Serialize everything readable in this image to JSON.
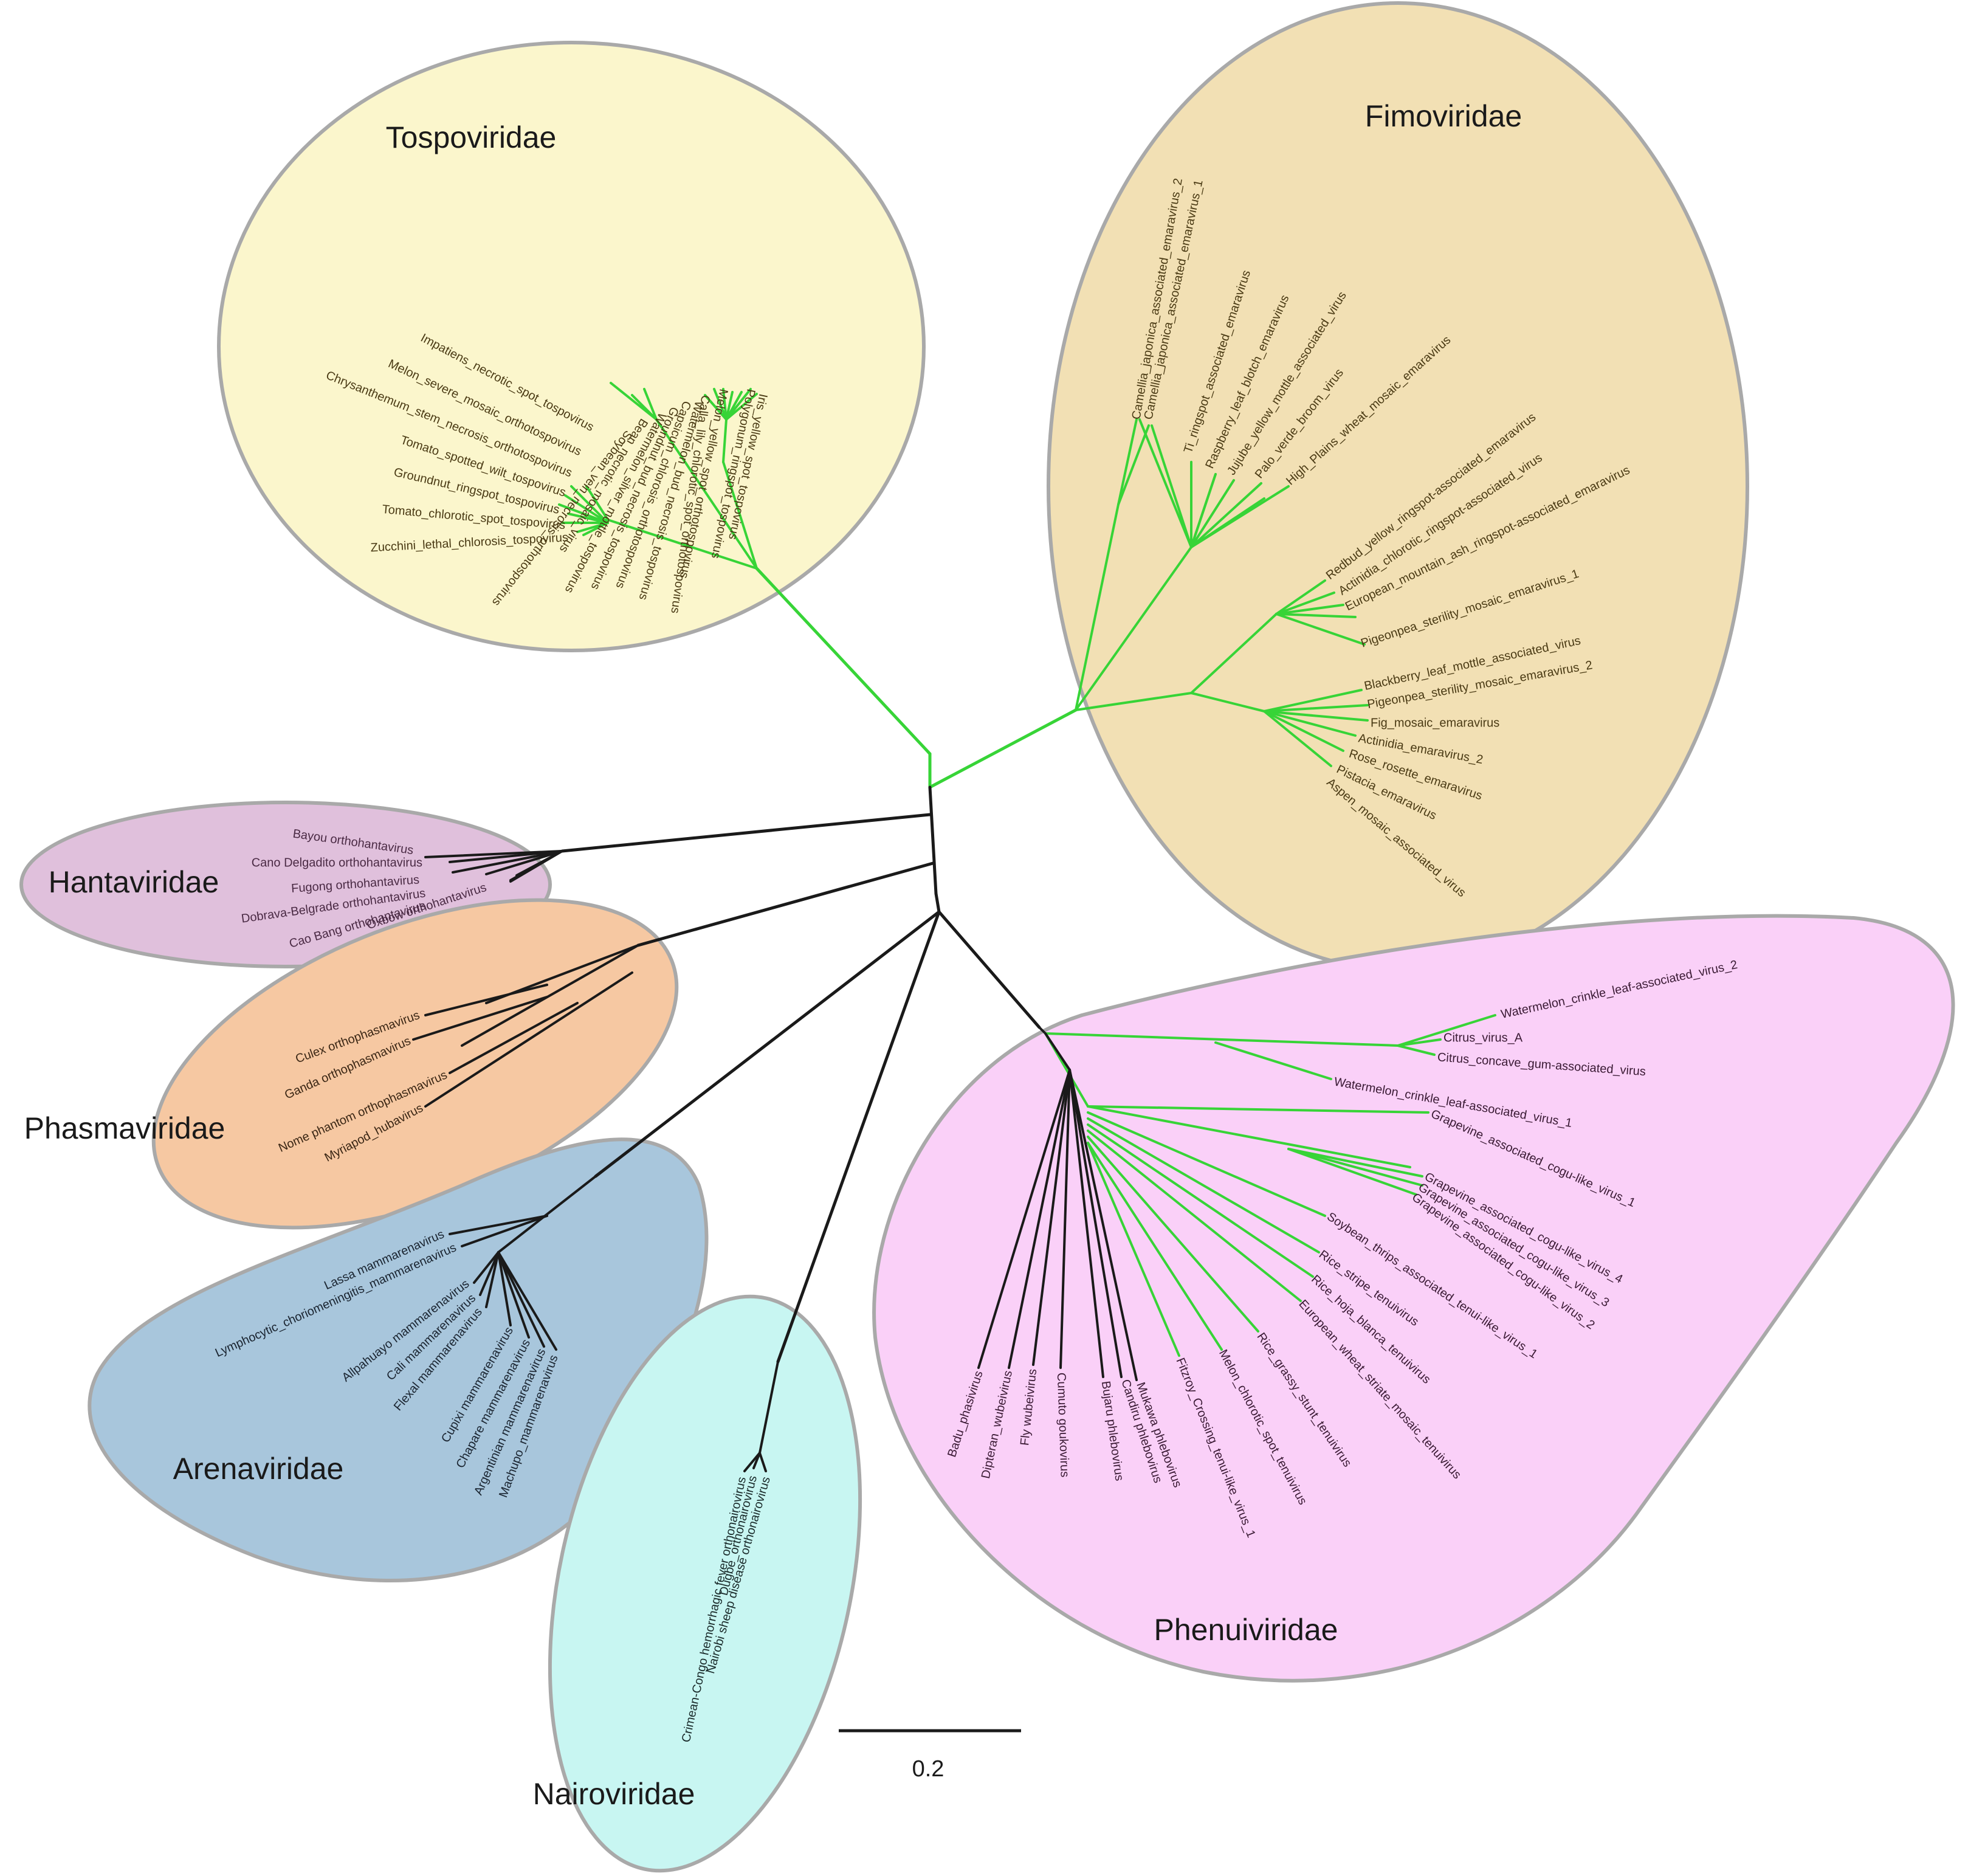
{
  "scale_bar": {
    "label": "0.2"
  },
  "colors": {
    "green_branch": "#37d437",
    "black_branch": "#1a1a1a"
  },
  "clades": [
    {
      "key": "tospo",
      "name": "Tospoviridae",
      "fill": "#fbf6cc",
      "branch": "#37d437",
      "text_color": "#4a3a14",
      "taxa": [
        "Calla_lily_chlorotic_spot_orthotospovirus",
        "Melon_yellow_spot_orthotospovirus",
        "Polygonum_ringspot_tospovirus",
        "Iris_yellow_spot_tospovirus",
        "Watermelon_bud_necrosis_tospovirus",
        "Capsicum_chlorosis_orthotospovirus",
        "Groundnut_bud_necrosis_tospovirus",
        "Watermelon_silver_mottle_tospovirus",
        "Bean_necrotic_mosaic_virus",
        "Soybean_vein_necrosis_orthotospovirus",
        "Impatiens_necrotic_spot_tospovirus",
        "Melon_severe_mosaic_orthotospovirus",
        "Chrysanthemum_stem_necrosis_orthotospovirus",
        "Tomato_spotted_wilt_tospovirus",
        "Groundnut_ringspot_tospovirus",
        "Tomato_chlorotic_spot_tospovirus",
        "Zucchini_lethal_chlorosis_tospovirus"
      ]
    },
    {
      "key": "fimo",
      "name": "Fimoviridae",
      "fill": "#f2e0b4",
      "branch": "#37d437",
      "text_color": "#4a3a14",
      "taxa": [
        "Camellia_japonica_associated_emaravirus_2",
        "Camellia_japonica_associated_emaravirus_1",
        "Ti_ringspot_associated_emaravirus",
        "Raspberry_leaf_blotch_emaravirus",
        "Jujube_yellow_mottle_associated_virus",
        "Palo_verde_broom_virus",
        "High_Plains_wheat_mosaic_emaravirus",
        "Redbud_yellow_ringspot-associated_emaravirus",
        "Actinidia_chlorotic_ringspot-associated_virus",
        "European_mountain_ash_ringspot-associated_emaravirus",
        "Pigeonpea_sterility_mosaic_emaravirus_1",
        "Blackberry_leaf_mottle_associated_virus",
        "Pigeonpea_sterility_mosaic_emaravirus_2",
        "Fig_mosaic_emaravirus",
        "Actinidia_emaravirus_2",
        "Rose_rosette_emaravirus",
        "Pistacia_emaravirus",
        "Aspen_mosaic_associated_virus"
      ]
    },
    {
      "key": "hanta",
      "name": "Hantaviridae",
      "fill": "#e0c0dc",
      "branch": "#1a1a1a",
      "text_color": "#4a2a44",
      "taxa": [
        "Bayou orthohantavirus",
        "Cano Delgadito orthohantavirus",
        "Fugong orthohantavirus",
        "Dobrava-Belgrade orthohantavirus",
        "Cao Bang orthohantavirus",
        "Oxbow orthohantavirus"
      ]
    },
    {
      "key": "phasma",
      "name": "Phasmaviridae",
      "fill": "#f6c8a2",
      "branch": "#1a1a1a",
      "text_color": "#3a2614",
      "taxa": [
        "Culex orthophasmavirus",
        "Ganda orthophasmavirus",
        "Nome phantom orthophasmavirus",
        "Myriapod_hubavirus"
      ]
    },
    {
      "key": "arena",
      "name": "Arenaviridae",
      "fill": "#a8c6dc",
      "branch": "#1a1a1a",
      "text_color": "#1a2430",
      "taxa": [
        "Lassa mammarenavirus",
        "Lymphocytic_choriomeningitis_mammarenavirus",
        "Allpahuayo mammarenavirus",
        "Cali mammarenavirus",
        "Flexal mammarenavirus",
        "Cupixi mammarenavirus",
        "Chapare mammarenavirus",
        "Argentinian mammarenavirus",
        "Machupo_mammarenavirus"
      ]
    },
    {
      "key": "nairo",
      "name": "Nairoviridae",
      "fill": "#c8f6f2",
      "branch": "#1a1a1a",
      "text_color": "#1a2a2a",
      "taxa": [
        "Crimean-Congo hemorrhagic fever orthonairovirus",
        "Dugbe_orthonairovirus",
        "Nairobi sheep disease orthonairovirus"
      ]
    },
    {
      "key": "phenui",
      "name": "Phenuiviridae",
      "fill": "#fad0f8",
      "branch": "#37d437",
      "text_color": "#3a1a34",
      "taxa": [
        "Watermelon_crinkle_leaf-associated_virus_2",
        "Citrus_virus_A",
        "Citrus_concave_gum-associated_virus",
        "Watermelon_crinkle_leaf-associated_virus_1",
        "Grapevine_associated_cogu-like_virus_1",
        "Grapevine_associated_cogu-like_virus_4",
        "Grapevine_associated_cogu-like_virus_3",
        "Grapevine_associated_cogu-like_virus_2",
        "Soybean_thrips_associated_tenui-like_virus_1",
        "Rice_stripe_tenuivirus",
        "Rice_hoja_blanca_tenuivirus",
        "European_wheat_striate_mosaic_tenuivirus",
        "Rice_grassy_stunt_tenuivirus",
        "Melon_chlorotic_spot_tenuivirus",
        "Fitzroy_Crossing_tenui-like_virus_1",
        "Mukawa phlebovirus",
        "Candiru phlebovirus",
        "Bujaru phlebovirus",
        "Cumuto goukovirus",
        "Fly wubeivirus",
        "Dipteran_wubeivirus",
        "Badu_phasivirus"
      ]
    }
  ]
}
